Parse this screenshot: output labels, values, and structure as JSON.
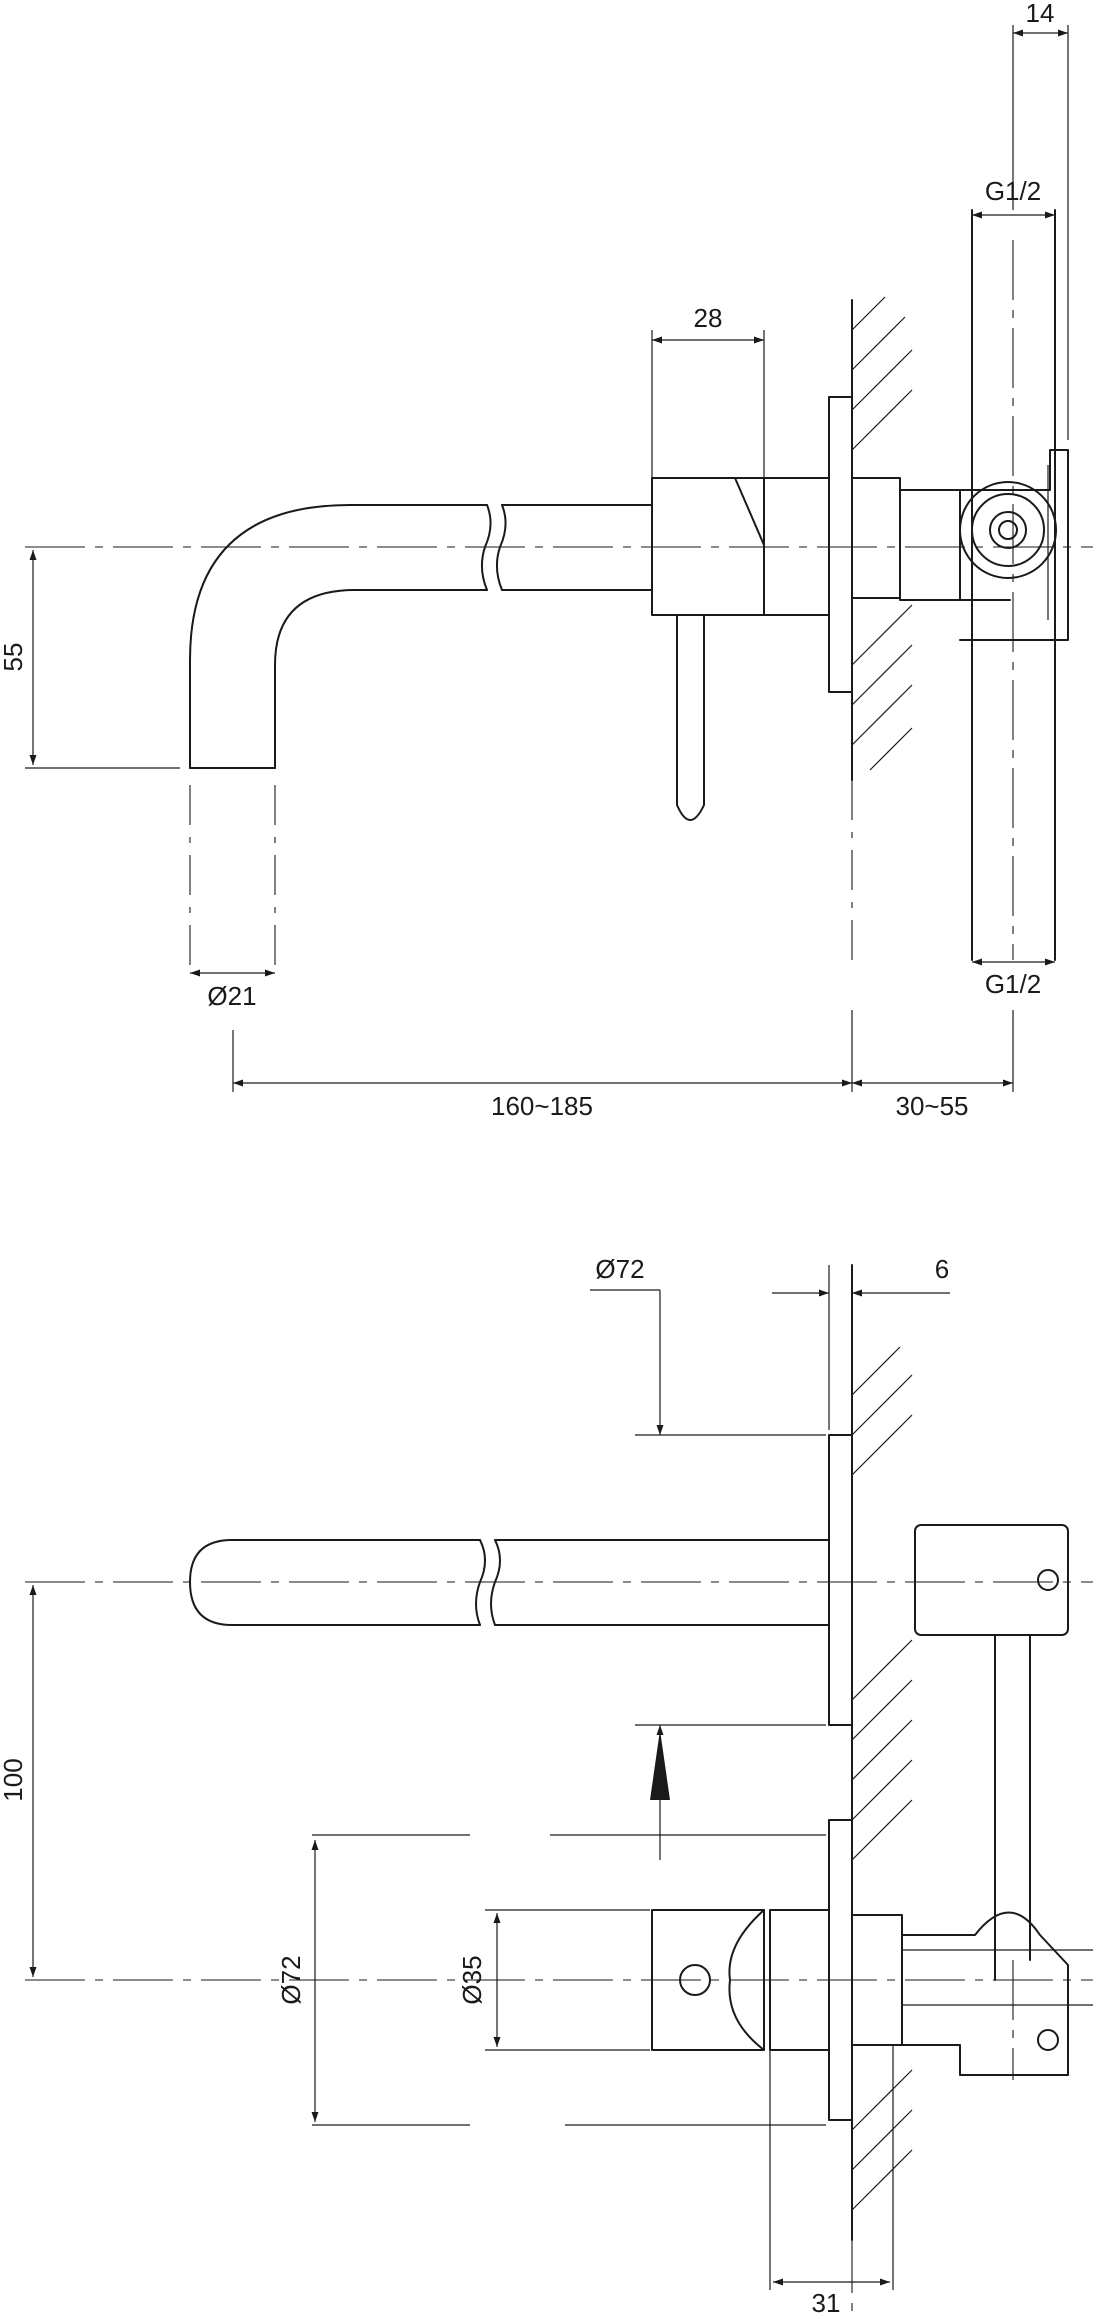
{
  "top_view": {
    "dim_14": "14",
    "dim_g12_top": "G1/2",
    "dim_g12_bottom": "G1/2",
    "dim_28": "28",
    "dim_55": "55",
    "dim_d21": "Ø21",
    "dim_160_185": "160~185",
    "dim_30_55": "30~55"
  },
  "bottom_view": {
    "dim_d72_top": "Ø72",
    "dim_6": "6",
    "dim_100": "100",
    "dim_d72_side": "Ø72",
    "dim_d35": "Ø35",
    "dim_31": "31"
  }
}
